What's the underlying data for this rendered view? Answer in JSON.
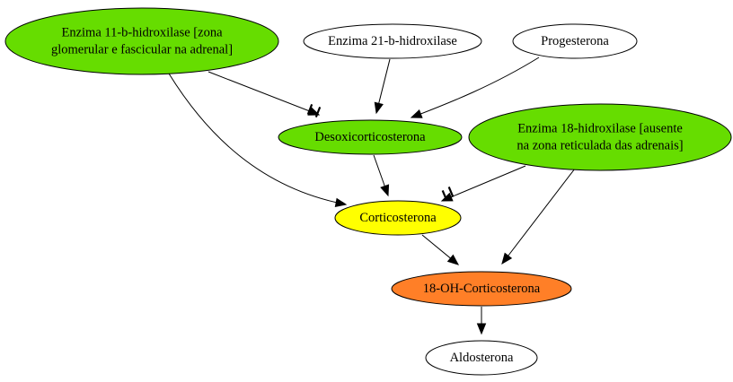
{
  "diagram": {
    "nodes": [
      {
        "id": "enz11b",
        "lines": [
          "Enzima 11-b-hidroxilase [zona",
          "glomerular e fascicular na adrenal]"
        ],
        "fill": "#66dd00"
      },
      {
        "id": "enz21b",
        "lines": [
          "Enzima 21-b-hidroxilase"
        ],
        "fill": "#ffffff"
      },
      {
        "id": "progesterona",
        "lines": [
          "Progesterona"
        ],
        "fill": "#ffffff"
      },
      {
        "id": "desoxicorticosterona",
        "lines": [
          "Desoxicorticosterona"
        ],
        "fill": "#66dd00"
      },
      {
        "id": "enz18",
        "lines": [
          "Enzima 18-hidroxilase [ausente",
          "na zona reticulada das adrenais]"
        ],
        "fill": "#66dd00"
      },
      {
        "id": "corticosterona",
        "lines": [
          "Corticosterona"
        ],
        "fill": "#ffff00"
      },
      {
        "id": "oh_corticosterona",
        "lines": [
          "18-OH-Corticosterona"
        ],
        "fill": "#ff7f27"
      },
      {
        "id": "aldosterona",
        "lines": [
          "Aldosterona"
        ],
        "fill": "#ffffff"
      }
    ],
    "edges": [
      {
        "from": "enz11b",
        "to": "desoxicorticosterona",
        "style": "tee"
      },
      {
        "from": "enz11b",
        "to": "corticosterona",
        "style": "arrow"
      },
      {
        "from": "enz21b",
        "to": "desoxicorticosterona",
        "style": "arrow"
      },
      {
        "from": "progesterona",
        "to": "desoxicorticosterona",
        "style": "arrow"
      },
      {
        "from": "desoxicorticosterona",
        "to": "corticosterona",
        "style": "arrow"
      },
      {
        "from": "enz18",
        "to": "corticosterona",
        "style": "tee"
      },
      {
        "from": "enz18",
        "to": "oh_corticosterona",
        "style": "arrow"
      },
      {
        "from": "corticosterona",
        "to": "oh_corticosterona",
        "style": "arrow"
      },
      {
        "from": "oh_corticosterona",
        "to": "aldosterona",
        "style": "arrow"
      }
    ]
  }
}
